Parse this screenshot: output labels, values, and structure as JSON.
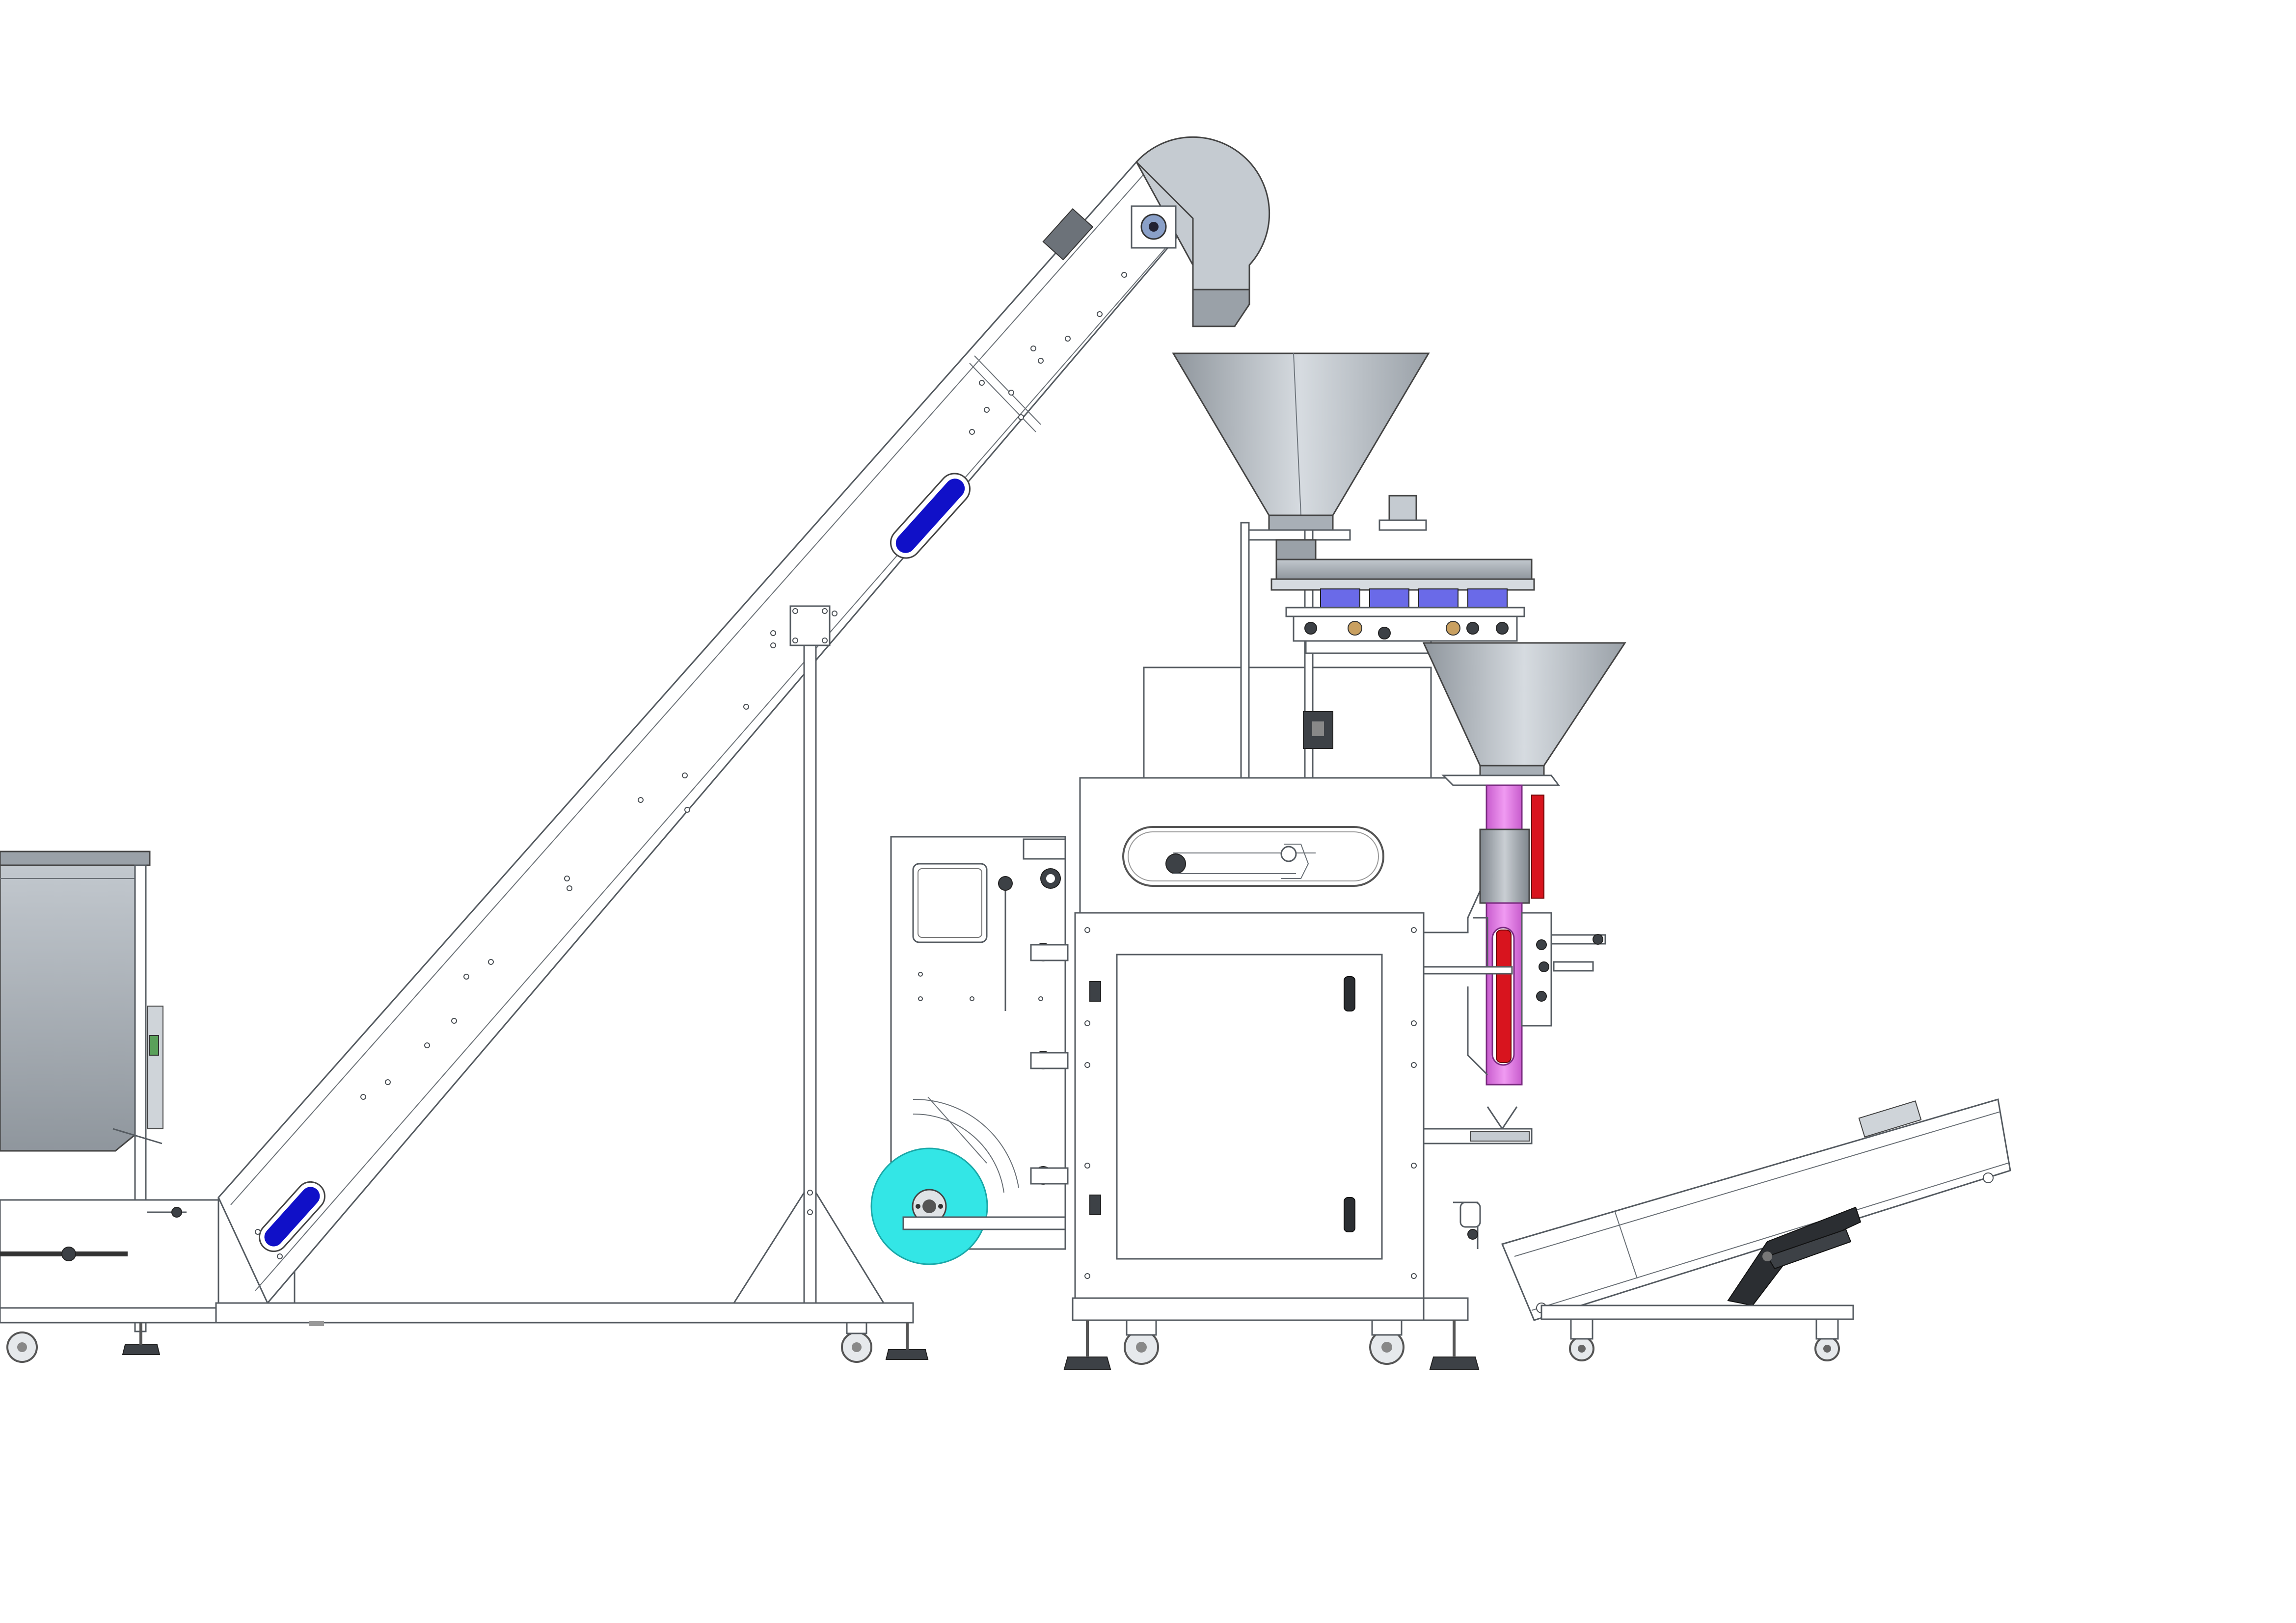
{
  "palette": {
    "line": "#555b61",
    "steel_light": "#d6dbe0",
    "steel_dark": "#8f969d",
    "window_blue": "#1010c8",
    "film_roll_cyan": "#33e6e6",
    "forming_tube_magenta": "#e27ae6",
    "sealer_red": "#d8141e",
    "cup_blue": "#6a6ae8"
  },
  "components": [
    {
      "id": "feed-hopper",
      "icon": "hopper-bin-icon"
    },
    {
      "id": "incline-bucket-conveyor",
      "icon": "conveyor-icon"
    },
    {
      "id": "conveyor-head-cover",
      "icon": "head-cover-icon"
    },
    {
      "id": "upper-funnel-hopper",
      "icon": "funnel-icon"
    },
    {
      "id": "volumetric-cup-filler",
      "icon": "cup-disk-icon"
    },
    {
      "id": "lower-funnel",
      "icon": "funnel-icon"
    },
    {
      "id": "film-roll",
      "icon": "film-roll-icon"
    },
    {
      "id": "forming-tube",
      "icon": "forming-tube-icon"
    },
    {
      "id": "vertical-sealer",
      "icon": "sealer-jaw-icon"
    },
    {
      "id": "machine-cabinet",
      "icon": "cabinet-icon"
    },
    {
      "id": "output-conveyor",
      "icon": "conveyor-icon"
    }
  ]
}
